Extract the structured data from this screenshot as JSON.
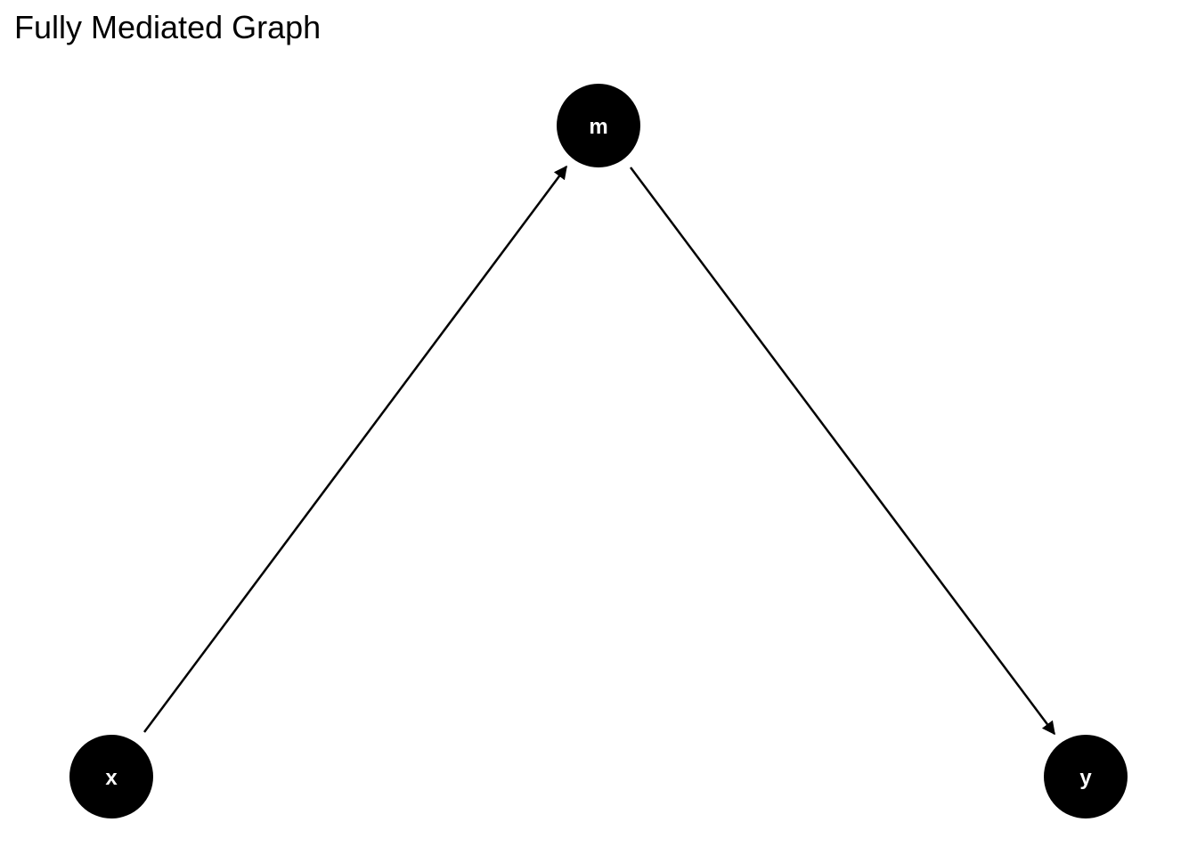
{
  "title": "Fully Mediated Graph",
  "nodes": [
    {
      "id": "x",
      "label": "x"
    },
    {
      "id": "m",
      "label": "m"
    },
    {
      "id": "y",
      "label": "y"
    }
  ],
  "edges": [
    {
      "from": "x",
      "to": "m"
    },
    {
      "from": "m",
      "to": "y"
    }
  ],
  "colors": {
    "node": "#000000",
    "edge": "#000000",
    "label": "#ffffff"
  }
}
